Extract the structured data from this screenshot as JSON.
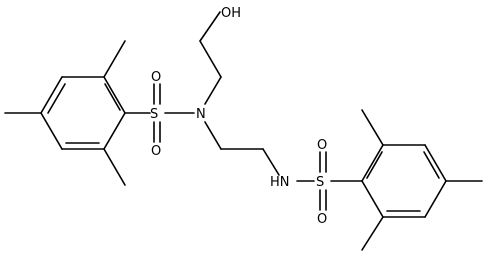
{
  "molecule": {
    "atoms": [
      {
        "id": "oh_o",
        "label": "OH"
      },
      {
        "id": "s1",
        "label": "S"
      },
      {
        "id": "s1_o_top",
        "label": "O"
      },
      {
        "id": "s1_o_bot",
        "label": "O"
      },
      {
        "id": "n1",
        "label": "N"
      },
      {
        "id": "s2",
        "label": "S"
      },
      {
        "id": "s2_o_top",
        "label": "O"
      },
      {
        "id": "s2_o_bot",
        "label": "O"
      },
      {
        "id": "nh",
        "label": "HN"
      }
    ]
  }
}
